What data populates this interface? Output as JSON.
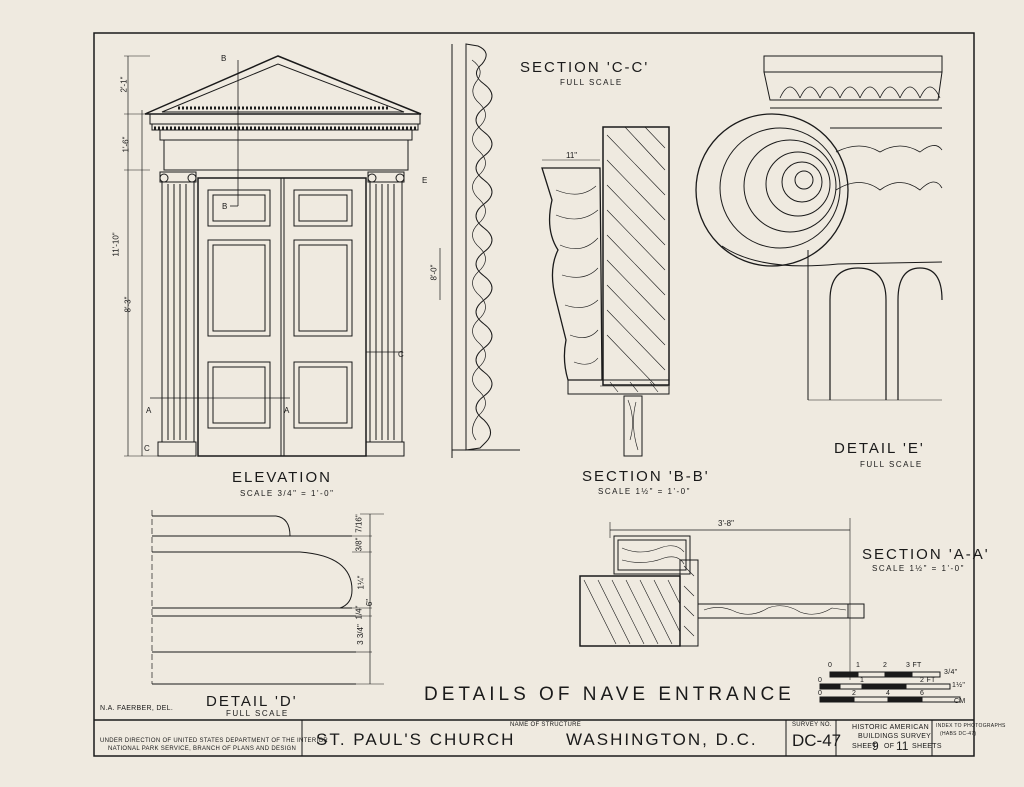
{
  "views": {
    "elevation": {
      "title": "ELEVATION",
      "scale": "SCALE 3/4\" = 1'-0\""
    },
    "section_cc": {
      "title": "SECTION 'C-C'",
      "scale": "FULL SCALE"
    },
    "section_bb": {
      "title": "SECTION 'B-B'",
      "scale": "SCALE 1½\" = 1'-0\""
    },
    "detail_e": {
      "title": "DETAIL 'E'",
      "scale": "FULL SCALE"
    },
    "detail_d": {
      "title": "DETAIL 'D'",
      "scale": "FULL SCALE"
    },
    "section_aa": {
      "title": "SECTION 'A-A'",
      "scale": "SCALE 1½\" = 1'-0\""
    }
  },
  "sheet_title": "DETAILS OF NAVE ENTRANCE",
  "dimensions": {
    "elev_2_1": "2'-1\"",
    "elev_1_6": "1'-6\"",
    "elev_11_10": "11'-10\"",
    "elev_8_3": "8'-3\"",
    "cc_8_0": "8'-0\"",
    "bb_11": "11\"",
    "aa_3_8": "3'-8\"",
    "d_1": "7/16\"",
    "d_2": "3/8\"",
    "d_3": "1¼\"",
    "d_4": "6\"",
    "d_5": "1/4\"",
    "d_6": "3 3/4\""
  },
  "markers": {
    "a": "A",
    "b": "B",
    "c": "C",
    "e": "E"
  },
  "graphic_scales": {
    "s1_ticks": [
      "0",
      "1",
      "2",
      "3 FT"
    ],
    "s1_label": "3/4\"",
    "s2_ticks": [
      "0",
      "1",
      "2 FT"
    ],
    "s2_label": "1½\"",
    "s3_ticks": [
      "0",
      "2",
      "4",
      "6"
    ],
    "s3_label": "CM"
  },
  "title_block": {
    "delineator": "N.A. FAERBER, DEL.",
    "direction_line1": "UNDER DIRECTION OF UNITED STATES DEPARTMENT OF THE INTERIOR",
    "direction_line2": "NATIONAL PARK SERVICE, BRANCH OF PLANS AND DESIGN",
    "name_caption": "NAME OF STRUCTURE",
    "structure_name": "ST. PAUL'S CHURCH",
    "location": "WASHINGTON, D.C.",
    "survey_caption": "SURVEY NO.",
    "survey_no": "DC-47",
    "agency_line1": "HISTORIC AMERICAN",
    "agency_line2": "BUILDINGS SURVEY",
    "sheet_word": "SHEET",
    "sheet_no": "9",
    "of_word": "OF",
    "sheet_total": "11",
    "sheets_word": "SHEETS",
    "index_line1": "INDEX TO PHOTOGRAPHS",
    "index_line2": "(HABS DC-47)"
  },
  "colors": {
    "paper": "#efeae0",
    "ink": "#1a1a1a"
  }
}
